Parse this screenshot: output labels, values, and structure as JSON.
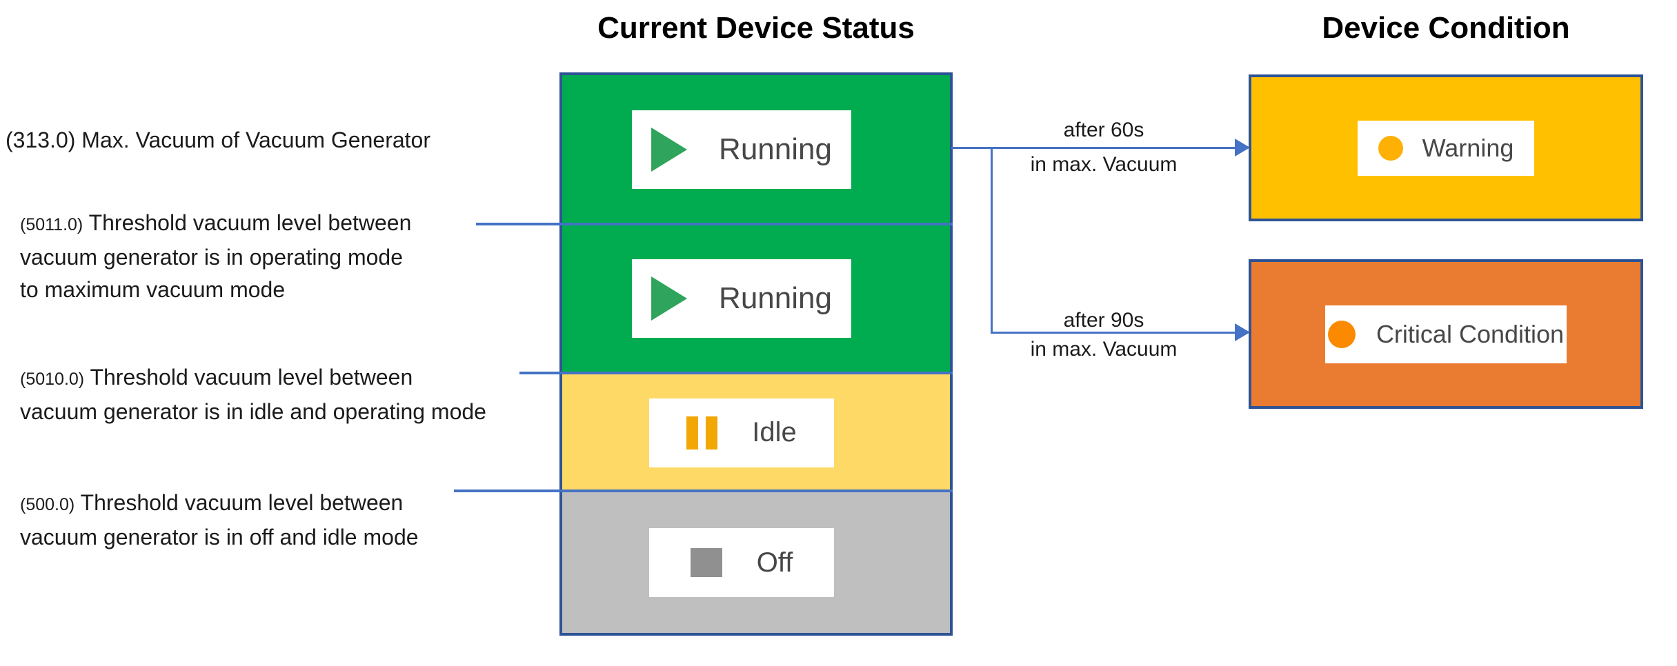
{
  "titles": {
    "status_column": "Current Device Status",
    "condition_column": "Device Condition"
  },
  "thresholds": [
    {
      "value": "(313.0)",
      "lines": [
        "Max. Vacuum of Vacuum Generator"
      ]
    },
    {
      "value": "(5011.0)",
      "lines": [
        "Threshold vacuum level between",
        "vacuum generator is in operating mode",
        "to maximum vacuum mode"
      ]
    },
    {
      "value": "(5010.0)",
      "lines": [
        "Threshold vacuum level between",
        "vacuum generator is in idle and operating mode"
      ]
    },
    {
      "value": "(500.0)",
      "lines": [
        "Threshold vacuum level between",
        "vacuum generator is in off and idle mode"
      ]
    }
  ],
  "statuses": [
    {
      "label": "Running",
      "icon": "play-icon"
    },
    {
      "label": "Running",
      "icon": "play-icon"
    },
    {
      "label": "Idle",
      "icon": "pause-icon"
    },
    {
      "label": "Off",
      "icon": "stop-icon"
    }
  ],
  "transitions": [
    {
      "delay": "after 60s",
      "condition": "in max. Vacuum",
      "target": "Warning"
    },
    {
      "delay": "after 90s",
      "condition": "in max. Vacuum",
      "target": "Critical Condition"
    }
  ],
  "conditions": [
    {
      "label": "Warning",
      "icon": "warning-dot-icon"
    },
    {
      "label": "Critical Condition",
      "icon": "critical-dot-icon"
    }
  ],
  "colors": {
    "border_navy": "#2E5395",
    "connector_blue": "#4472C4",
    "running_green": "#00AC4F",
    "play_green": "#2FA45C",
    "idle_yellow": "#FFD966",
    "pause_amber": "#F2A704",
    "off_gray": "#BFBFBF",
    "stop_gray": "#909090",
    "warning_gold": "#FFC000",
    "warning_dot": "#FFB005",
    "critical_orange": "#E97C30",
    "critical_dot": "#FB8A00"
  }
}
